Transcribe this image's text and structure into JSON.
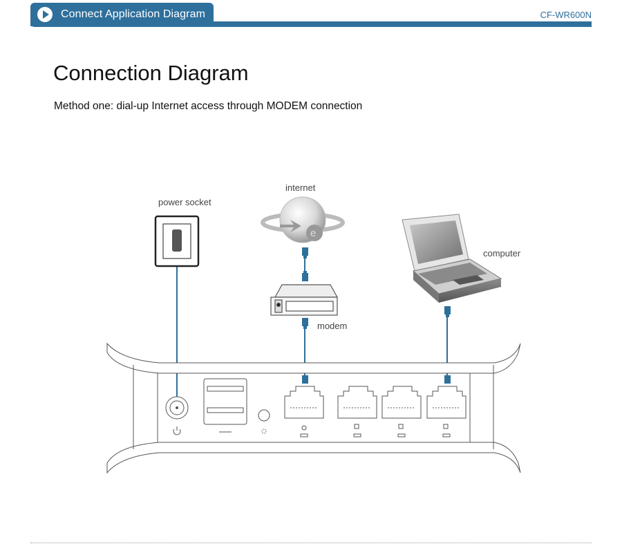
{
  "header": {
    "title": "Connect Application Diagram",
    "model": "CF-WR600N",
    "icon": "play-circle-icon",
    "accent_color": "#2e6f9c"
  },
  "page": {
    "title": "Connection Diagram",
    "subtitle": "Method one: dial-up Internet access through MODEM connection"
  },
  "diagram": {
    "nodes": {
      "power_socket": "power socket",
      "internet": "internet",
      "modem": "modem",
      "computer": "computer"
    },
    "router_ports": [
      "power",
      "usb",
      "reset",
      "wan",
      "lan",
      "lan",
      "lan"
    ],
    "connections": [
      {
        "from": "power socket",
        "to": "router power port"
      },
      {
        "from": "internet",
        "to": "modem"
      },
      {
        "from": "modem",
        "to": "router WAN port"
      },
      {
        "from": "computer",
        "to": "router LAN port"
      }
    ],
    "cable_color": "#2e6f9c"
  }
}
